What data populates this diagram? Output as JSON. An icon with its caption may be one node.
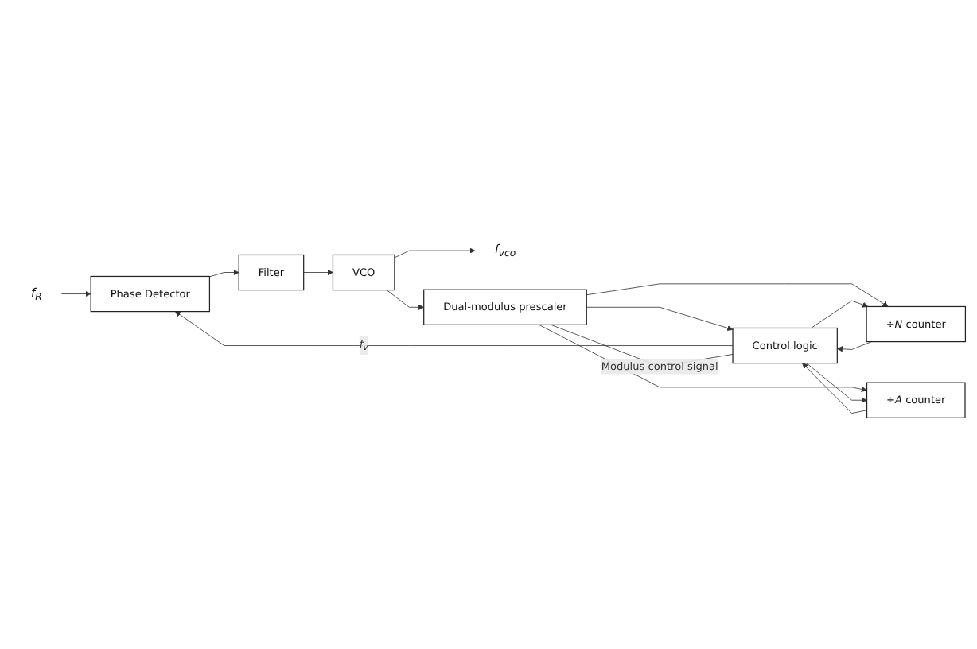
{
  "diagram": {
    "nodes": [
      {
        "text": [
          "f$_{R}$"
        ]
      },
      {
        "text": [
          "Phase Detector"
        ]
      },
      {
        "text": [
          "Filter"
        ]
      },
      {
        "text": [
          "VCO"
        ]
      },
      {
        "text": [
          "f$_{vco}$"
        ]
      },
      {
        "text": [
          "Control logic"
        ]
      },
      {
        "text": [
          "Dual-modulus prescaler"
        ]
      },
      {
        "text": [
          "÷*N* counter"
        ]
      },
      {
        "text": [
          "÷*A* counter"
        ]
      }
    ],
    "edges": [
      {
        "from": 0,
        "to": 1,
        "arrow": "to"
      },
      {
        "from": 5,
        "to": 1,
        "arrow": "to",
        "label": "f$_{v}$"
      },
      {
        "from": 1,
        "to": 2,
        "arrow": "to"
      },
      {
        "from": 2,
        "to": 3,
        "arrow": "to"
      },
      {
        "from": 3,
        "to": 4,
        "arrow": "to"
      },
      {
        "from": 3,
        "to": 6,
        "arrow": "to"
      },
      {
        "from": 6,
        "to": 5,
        "arrow": "to"
      },
      {
        "from": 6,
        "to": 7,
        "arrow": "to"
      },
      {
        "from": 6,
        "to": 8,
        "arrow": "to"
      },
      {
        "from": 5,
        "to": 6,
        "arrow": "none",
        "label": "Modulus control signal"
      },
      {
        "from": 7,
        "to": 5,
        "arrow": "to"
      },
      {
        "from": 8,
        "to": 5,
        "arrow": "to"
      },
      {
        "from": 5,
        "to": 7,
        "arrow": "to"
      },
      {
        "from": 5,
        "to": 8,
        "arrow": "to"
      }
    ]
  }
}
